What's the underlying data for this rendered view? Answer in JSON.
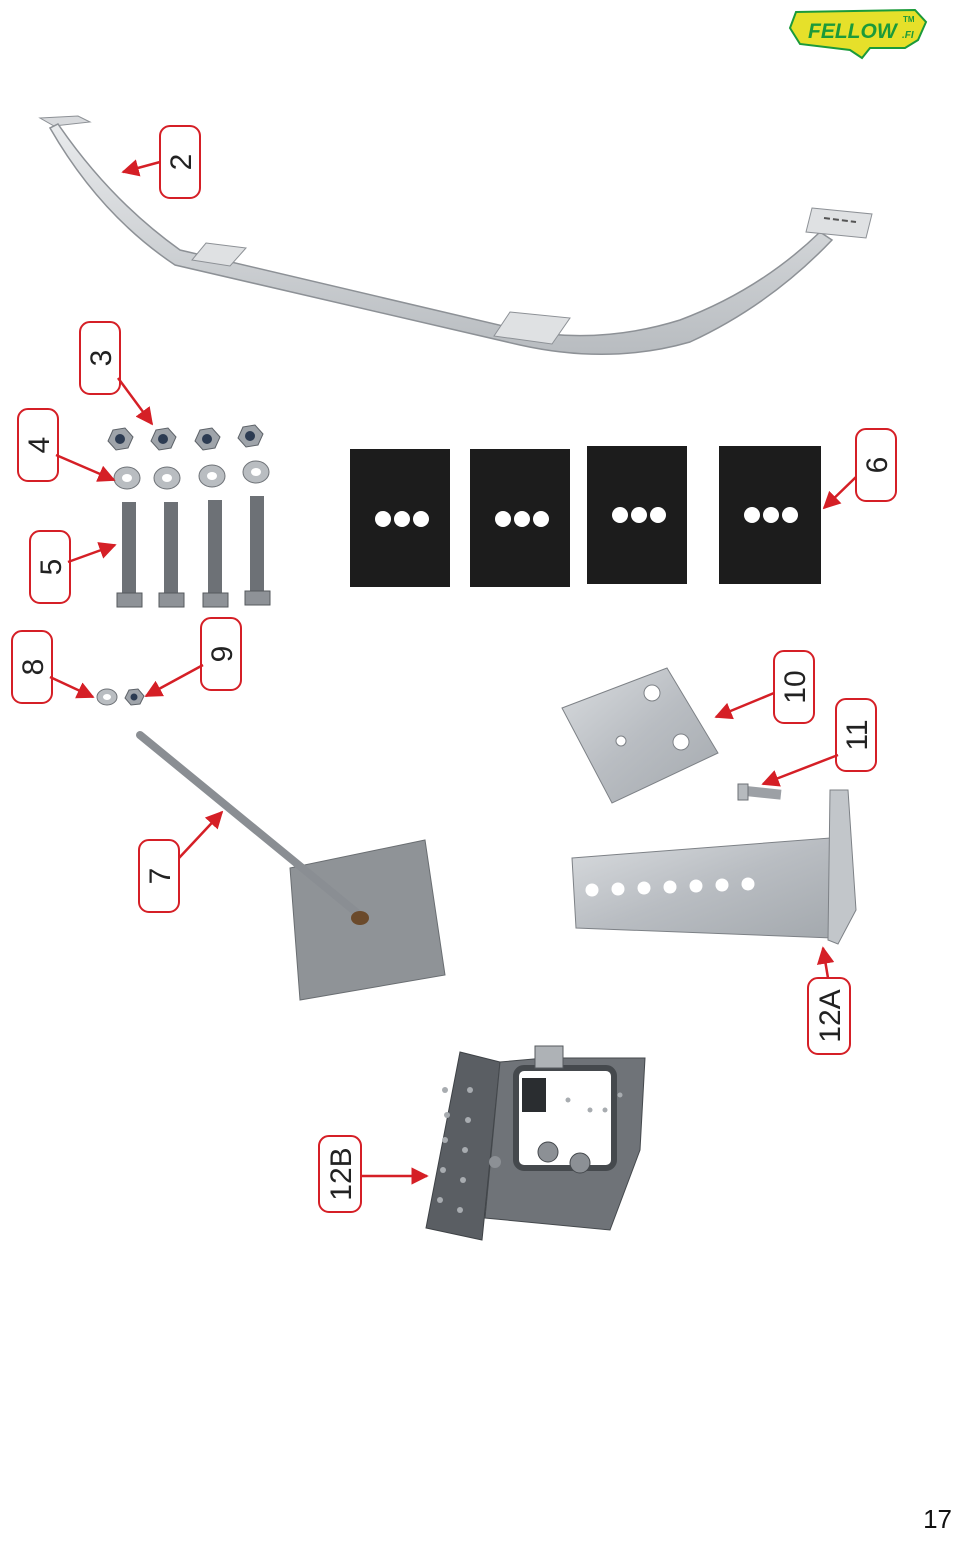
{
  "brand": {
    "logo_text": "FELLOW",
    "logo_tm": "TM",
    "logo_suffix": ".FI",
    "fill_color": "#e6e02a",
    "text_color": "#1b9a3a"
  },
  "labels": {
    "2": "2",
    "3": "3",
    "4": "4",
    "5": "5",
    "6": "6",
    "7": "7",
    "8": "8",
    "9": "9",
    "10": "10",
    "11": "11",
    "12a": "12A",
    "12b": "12B"
  },
  "colors": {
    "label_border": "#d51f26",
    "arrow": "#d51f26",
    "steel": "#c9cccf",
    "dark_steel": "#7b7f84",
    "rubber": "#1b1b1b"
  },
  "page": {
    "number": "17"
  }
}
